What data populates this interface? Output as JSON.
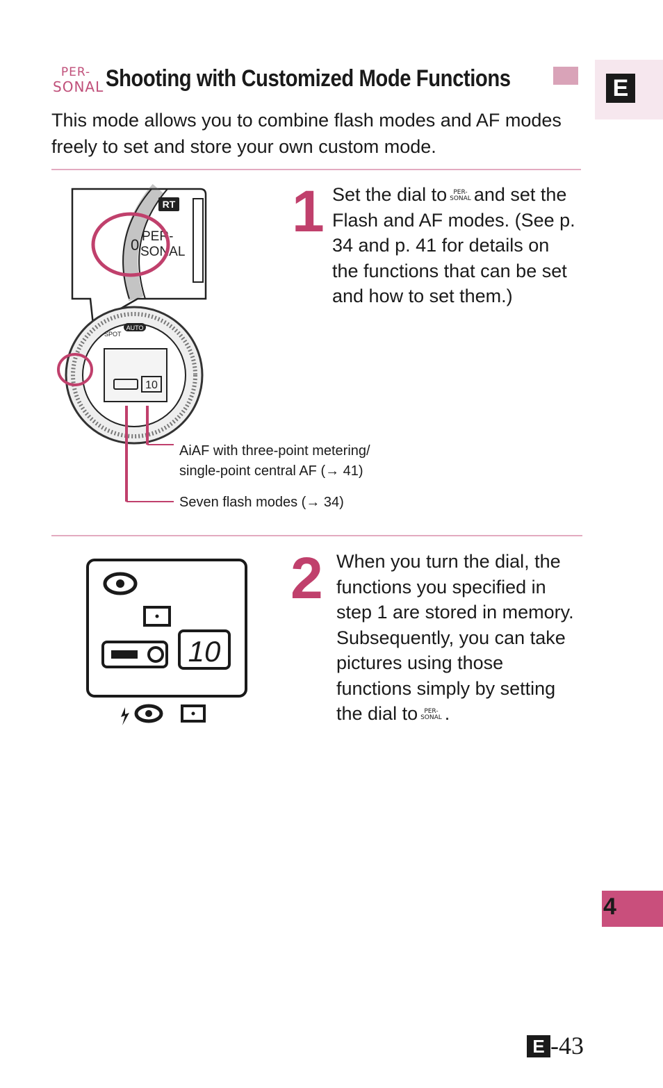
{
  "header": {
    "mode_icon_top": "PER-",
    "mode_icon_bottom": "SONAL",
    "title": "Shooting with Customized Mode Functions",
    "language_tab": "E"
  },
  "intro": "This mode allows you to combine flash modes and AF modes freely to set and store your own custom mode.",
  "step1": {
    "number": "1",
    "text_before_icon": "Set the dial to",
    "icon_top": "PER-",
    "icon_bottom": "SONAL",
    "text_after_icon": "and set the Flash and AF modes. (See p. 34 and p. 41 for details on the functions that can be set and how to set them.)"
  },
  "figure1": {
    "rt_label": "RT",
    "dial_label_top": "PER-",
    "dial_label_bottom": "SONAL",
    "dial_zero": "0",
    "spot_label": "SPOT",
    "auto_label": "AUTO",
    "lcd_count": "10",
    "callout_af_line1": "AiAF with three-point metering/",
    "callout_af_line2": "single-point central AF (→ 41)",
    "callout_flash": "Seven flash modes (→ 34)"
  },
  "step2": {
    "number": "2",
    "text": "When you turn the dial, the functions you specified in step 1 are stored in memory. Subsequently, you can take pictures using those functions simply by setting the dial to",
    "icon_top": "PER-",
    "icon_bottom": "SONAL",
    "end_punct": "."
  },
  "figure2": {
    "lcd_count": "10"
  },
  "chapter_tab": "4",
  "footer": {
    "page_prefix": "E",
    "page_number": "-43"
  },
  "colors": {
    "accent": "#c0406c",
    "rule": "#e3aac0",
    "tab": "#c94f7c"
  }
}
